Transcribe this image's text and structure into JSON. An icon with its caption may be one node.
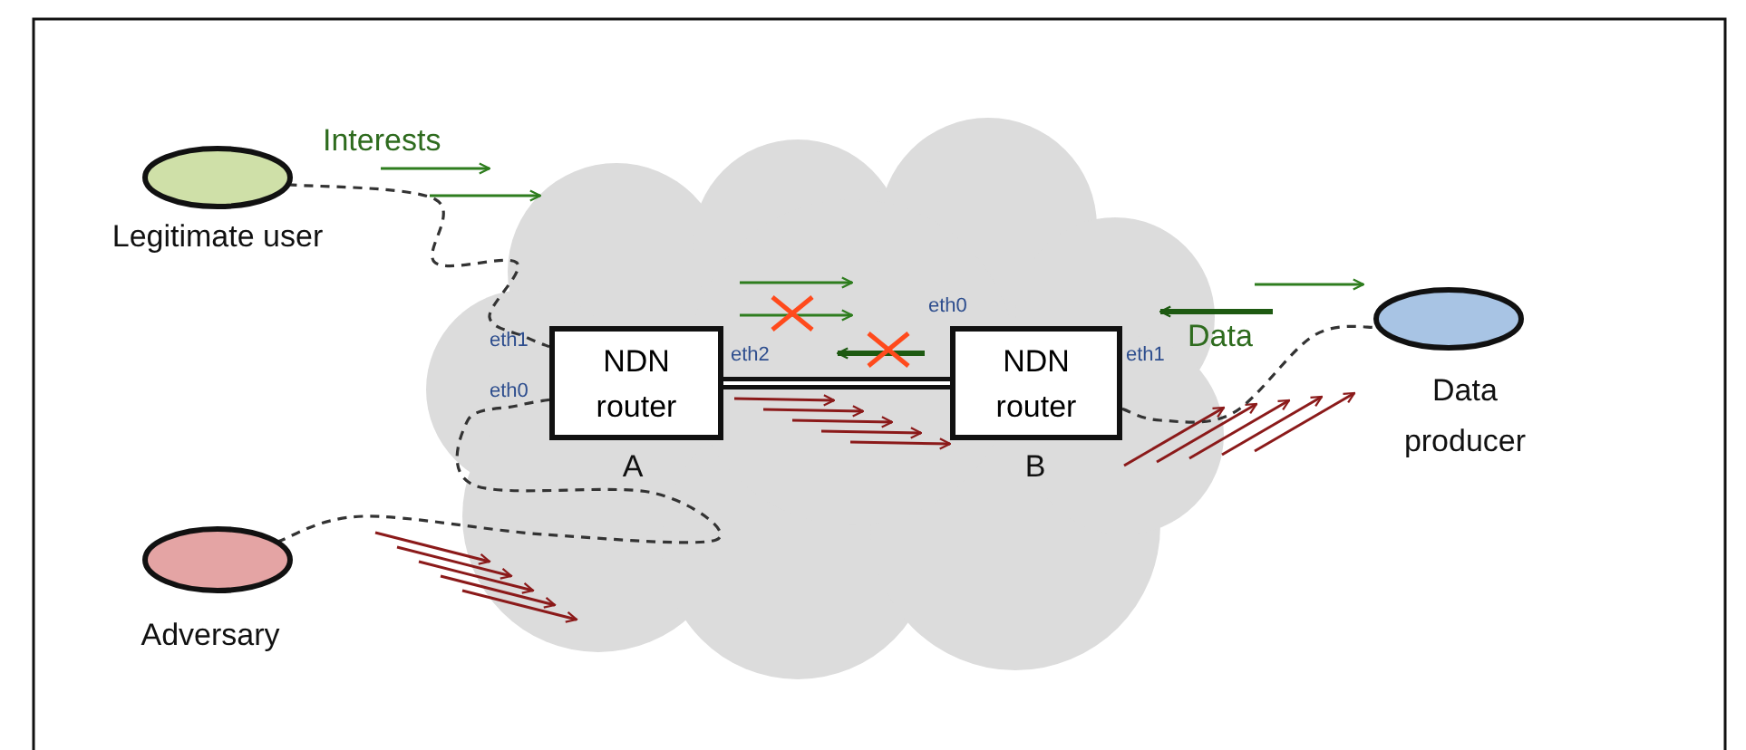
{
  "diagram": {
    "nodes": [
      {
        "text": [
          "Legitimate user"
        ]
      },
      {
        "text": [
          "Adversary"
        ]
      },
      {
        "text": [
          "NDN router"
        ],
        "beside": [
          "A",
          "eth1",
          "eth0",
          "eth2"
        ]
      },
      {
        "text": [
          "NDN router"
        ],
        "beside": [
          "B",
          "eth0",
          "eth1"
        ]
      },
      {
        "text": [
          "Data producer"
        ]
      }
    ],
    "edges": [
      {
        "from": 0,
        "to": 2,
        "arrow": "none",
        "style": "dashed"
      },
      {
        "from": 1,
        "to": 2,
        "arrow": "none",
        "style": "dashed"
      },
      {
        "from": 2,
        "to": 3,
        "arrow": "none",
        "style": "thick"
      },
      {
        "from": 3,
        "to": 4,
        "arrow": "none",
        "style": "dashed"
      }
    ],
    "labels": [
      "Interests",
      "Data"
    ]
  }
}
